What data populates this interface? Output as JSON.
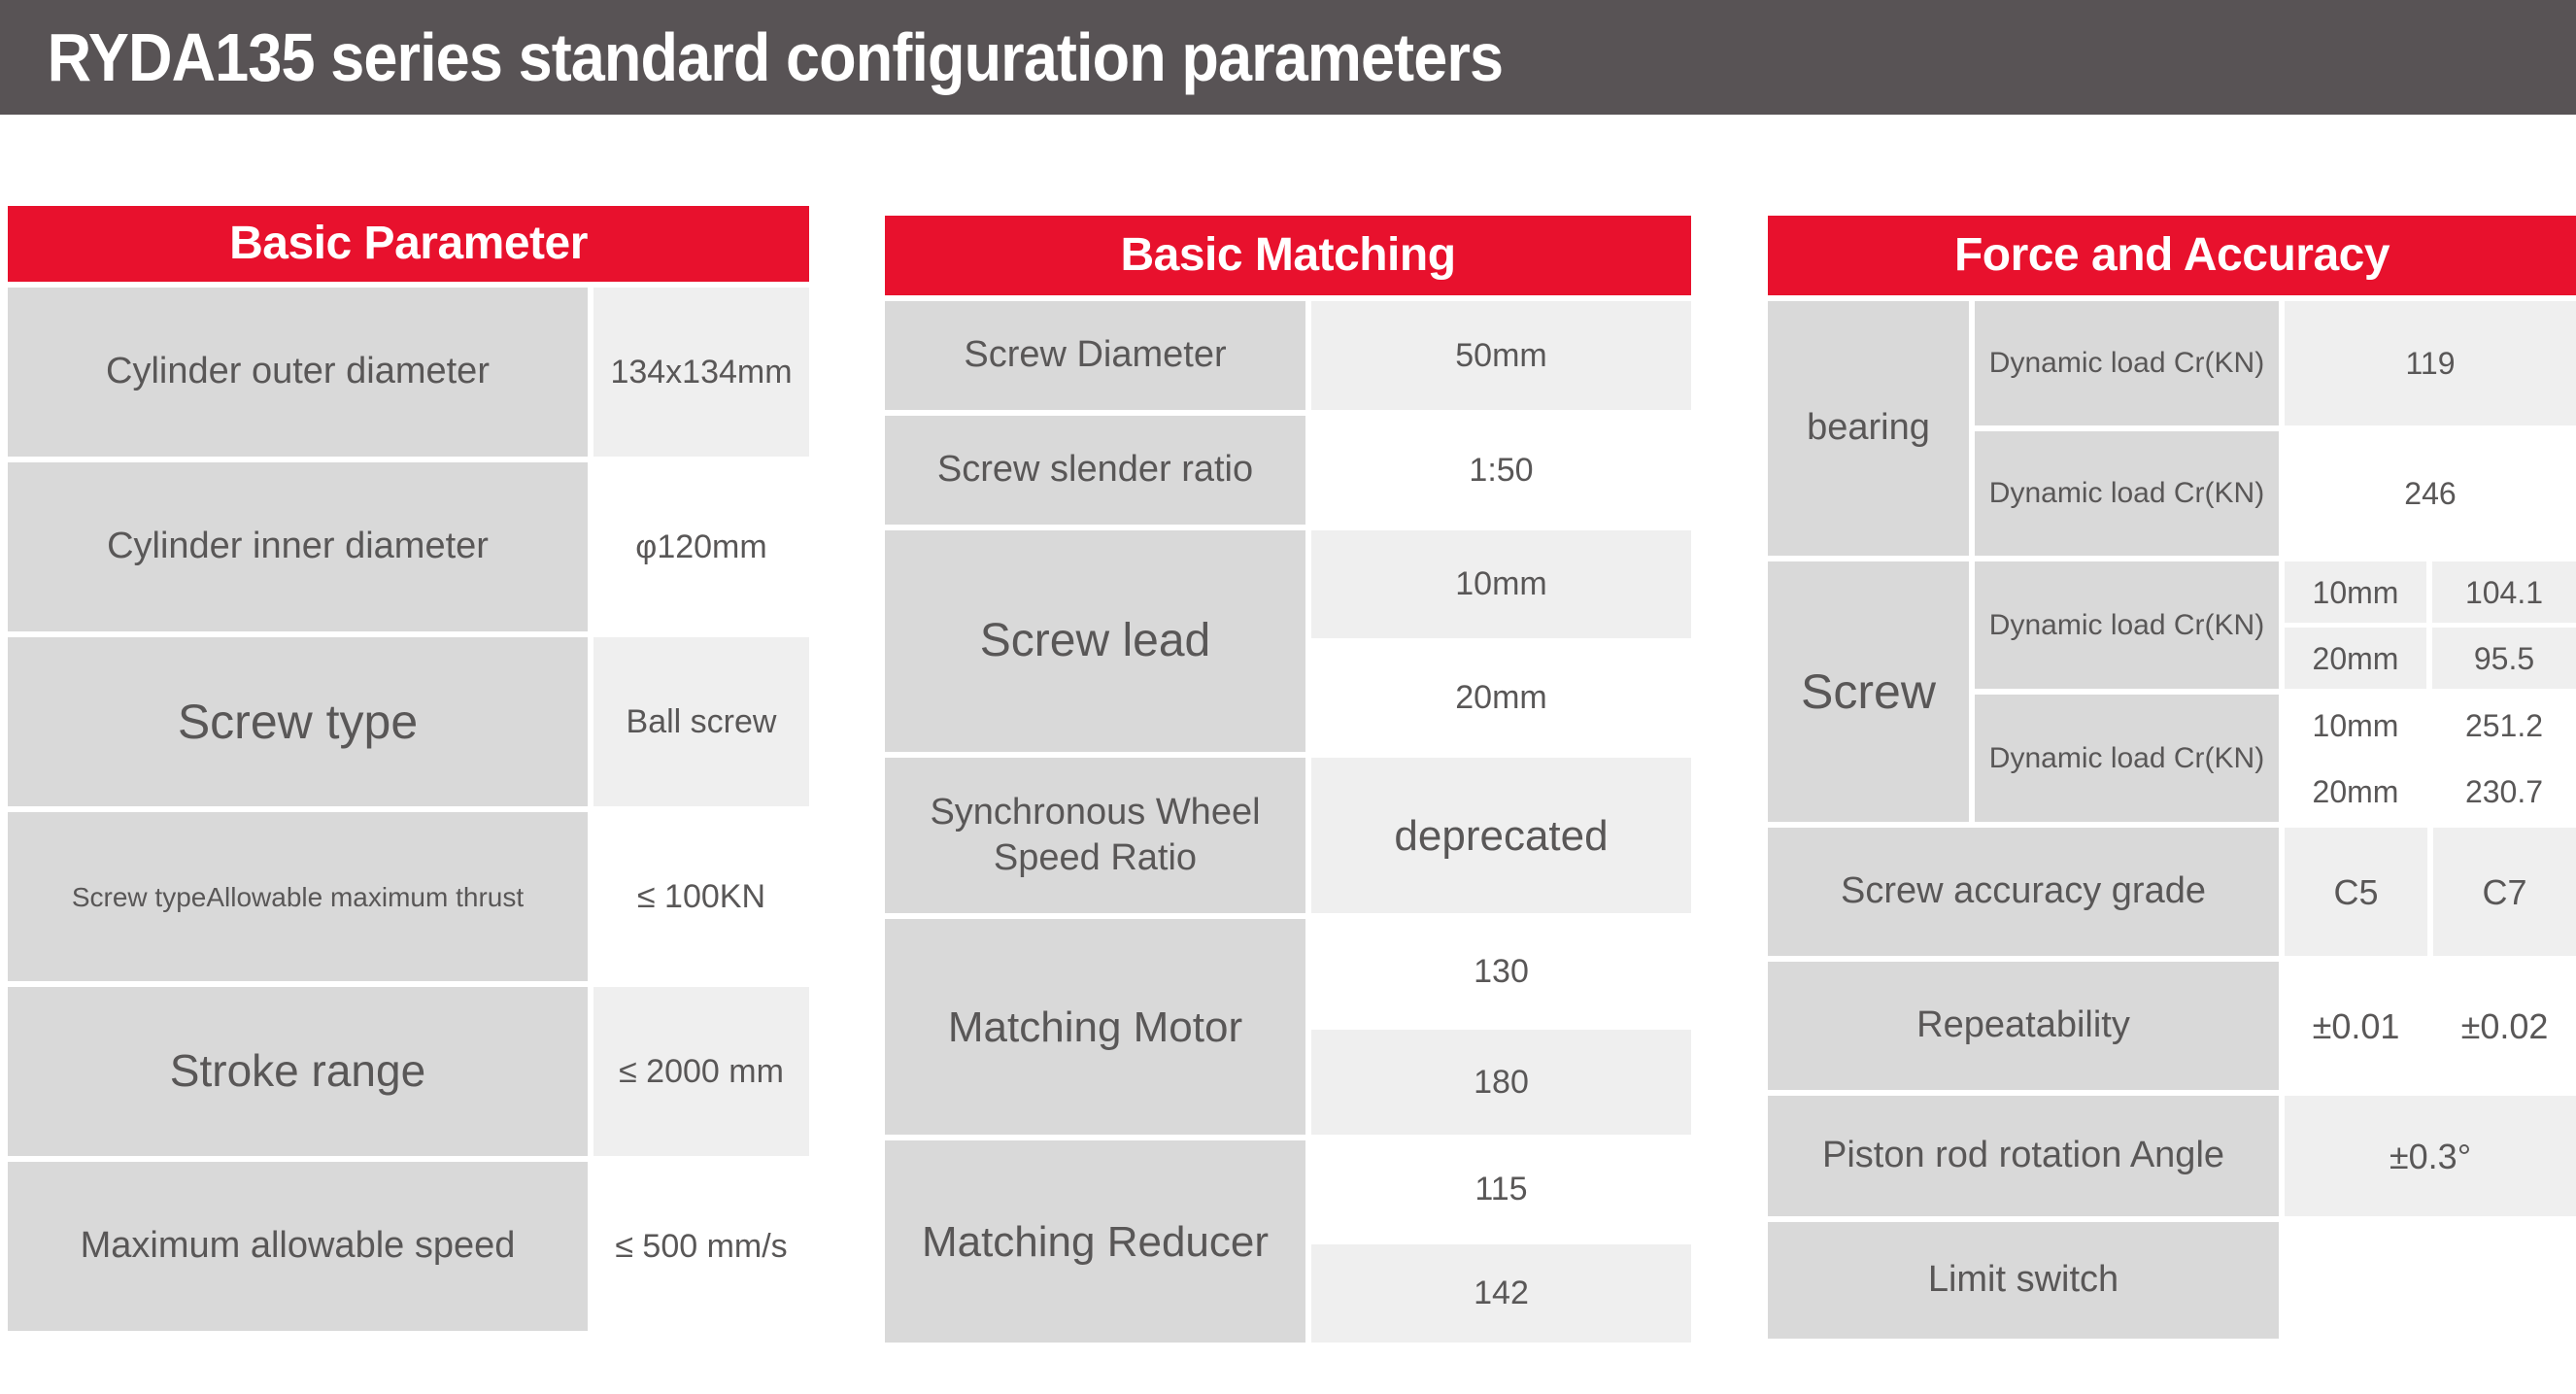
{
  "title_bar": {
    "text": "RYDA135 series standard configuration parameters"
  },
  "colors": {
    "header_red": "#e8112d",
    "title_bar_gray": "#585355",
    "cell_gray": "#d9d9d9",
    "cell_light_gray": "#efefef",
    "text_gray": "#595757"
  },
  "basic_parameter": {
    "header": "Basic Parameter",
    "rows": [
      {
        "label": "Cylinder outer diameter",
        "value": "134x134mm"
      },
      {
        "label": "Cylinder inner diameter",
        "value": "φ120mm"
      },
      {
        "label": "Screw type",
        "value": "Ball screw"
      },
      {
        "label": "Screw typeAllowable maximum thrust",
        "value": "≤ 100KN"
      },
      {
        "label": "Stroke range",
        "value": "≤ 2000 mm"
      },
      {
        "label": "Maximum allowable speed",
        "value": "≤ 500 mm/s"
      }
    ]
  },
  "basic_matching": {
    "header": "Basic Matching",
    "rows": [
      {
        "label": "Screw Diameter",
        "values": [
          "50mm"
        ]
      },
      {
        "label": "Screw slender ratio",
        "values": [
          "1:50"
        ]
      },
      {
        "label": "Screw lead",
        "values": [
          "10mm",
          "20mm"
        ]
      },
      {
        "label": "Synchronous Wheel Speed Ratio",
        "values": [
          "deprecated"
        ]
      },
      {
        "label": "Matching Motor",
        "values": [
          "130",
          "180"
        ]
      },
      {
        "label": "Matching Reducer",
        "values": [
          "115",
          "142"
        ]
      }
    ]
  },
  "force_and_accuracy": {
    "header": "Force and Accuracy",
    "bearing_group": {
      "label": "bearing",
      "rows": [
        {
          "name": "Dynamic load Cr(KN)",
          "value": "119"
        },
        {
          "name": "Dynamic load Cr(KN)",
          "value": "246"
        }
      ]
    },
    "screw_group": {
      "label": "Screw",
      "subgroups": [
        {
          "name": "Dynamic load Cr(KN)",
          "rows": [
            {
              "lead": "10mm",
              "value": "104.1"
            },
            {
              "lead": "20mm",
              "value": "95.5"
            }
          ]
        },
        {
          "name": "Dynamic load Cr(KN)",
          "rows": [
            {
              "lead": "10mm",
              "value": "251.2"
            },
            {
              "lead": "20mm",
              "value": "230.7"
            }
          ]
        }
      ]
    },
    "rows": [
      {
        "label": "Screw accuracy grade",
        "values": [
          "C5",
          "C7"
        ]
      },
      {
        "label": "Repeatability",
        "values": [
          "±0.01",
          "±0.02"
        ]
      },
      {
        "label": "Piston rod rotation Angle",
        "value": "±0.3°"
      },
      {
        "label": "Limit switch",
        "value": ""
      }
    ]
  }
}
